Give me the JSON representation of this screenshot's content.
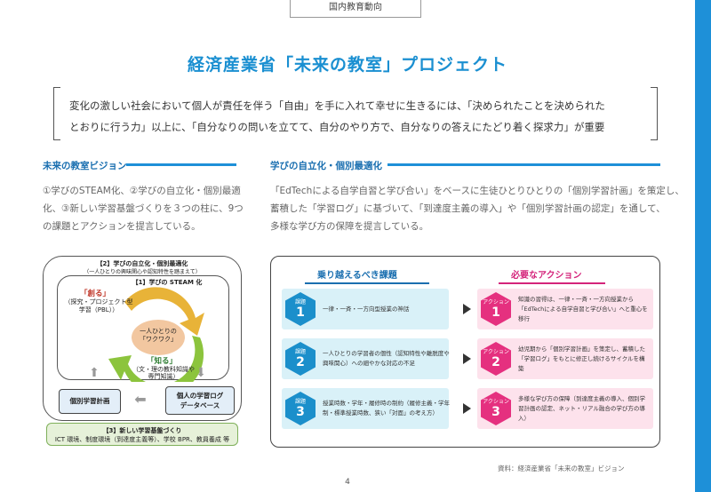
{
  "header": {
    "section_tab": "国内教育動向"
  },
  "title": "経済産業省「未来の教室」プロジェクト",
  "quote": {
    "line1": "変化の激しい社会において個人が責任を伴う「自由」を手に入れて幸せに生きるには、「決められたことを決められた",
    "line2": "とおりに行う力」以上に、「自分なりの問いを立てて、自分のやり方で、自分なりの答えにたどり着く探求力」が重要"
  },
  "vision": {
    "heading": "未来の教室ビジョン",
    "lines": [
      "①学びのSTEAM化、②学びの自立化・個別最適",
      "化、③新しい学習基盤づくりを３つの柱に、9つ",
      "の課題とアクションを提言している。"
    ]
  },
  "autonomy": {
    "heading": "学びの自立化・個別最適化",
    "lines": [
      "「EdTechによる自学自習と学び合い」をベースに生徒ひとりひとりの「個別学習計画」を策定し、",
      "蓄積した「学習ログ」に基づいて、「到達度主義の導入」や「個別学習計画の認定」を通して、",
      "多様な学び方の保障を提言している。"
    ]
  },
  "diagram": {
    "outer_title": "【2】学びの自立化・個別最適化",
    "outer_subtitle": "（一人ひとりの興味関心や認知特性を踏まえて）",
    "inner_title": "【1】学びの STEAM 化",
    "create_label": "「創る」",
    "create_desc1": "（探究・プロジェクト型",
    "create_desc2": "学習（PBL））",
    "center1": "一人ひとりの",
    "center2": "「ワクワク」",
    "know_label": "「知る」",
    "know_desc1": "（文・理の教科知識や",
    "know_desc2": "専門知識）",
    "plan_box": "個別学習計画",
    "log_box1": "個人の学習ログ",
    "log_box2": "データベース",
    "base_title": "【3】新しい学習基盤づくり",
    "base_desc": "ICT 環境、制度環境（到達度主義等）、学校 BPR、教員養成 等"
  },
  "panel": {
    "left_heading": "乗り越えるべき課題",
    "right_heading": "必要なアクション",
    "accent_blue": "#1b8fcb",
    "accent_pink": "#e5307f",
    "rows": [
      {
        "issue_label": "課題",
        "issue_num": "1",
        "issue_text": "一律・一斉・一方向型授業の神話",
        "action_label": "アクション",
        "action_num": "1",
        "action_text": "知識の習得は、一律・一斉・一方向授業から「EdTechによる自学自習と学び合い」へと重心を移行"
      },
      {
        "issue_label": "課題",
        "issue_num": "2",
        "issue_text": "一人ひとりの学習者の個性（認知特性や離脱度や興味関心）への細やかな対応の不足",
        "action_label": "アクション",
        "action_num": "2",
        "action_text": "幼児期から「個別学習計画」を策定し、蓄積した「学習ログ」をもとに修正し続けるサイクルを構築"
      },
      {
        "issue_label": "課題",
        "issue_num": "3",
        "issue_text": "授業時数・学年・履修時の制約（履修主義・学年制・標準授業時数、狭い「対面」の考え方）",
        "action_label": "アクション",
        "action_num": "3",
        "action_text": "多様な学び方の保障（到達度主義の導入、個別学習計画の認定、ネット・リアル融合の学び方の導入）"
      }
    ]
  },
  "source": "資料：経済産業省「未来の教室」ビジョン",
  "page_number": "4"
}
